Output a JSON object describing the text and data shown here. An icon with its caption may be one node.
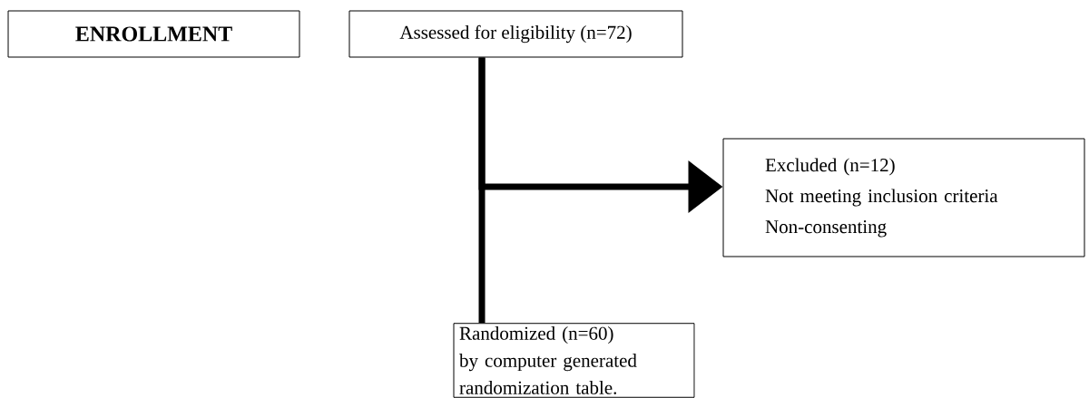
{
  "diagram": {
    "nodes": [
      {
        "text": [
          "ENROLLMENT"
        ]
      },
      {
        "text": [
          "Assessed for eligibility (n=72)"
        ]
      },
      {
        "text": [
          "Excluded (n=12)",
          "Not meeting inclusion criteria",
          "Non-consenting"
        ]
      },
      {
        "text": [
          "Randomized (n=60) by computer generated randomization table."
        ]
      }
    ],
    "edges": [
      {
        "from": 1,
        "to": 2,
        "arrow": "to"
      },
      {
        "from": 1,
        "to": 3,
        "arrow": "none"
      }
    ]
  }
}
